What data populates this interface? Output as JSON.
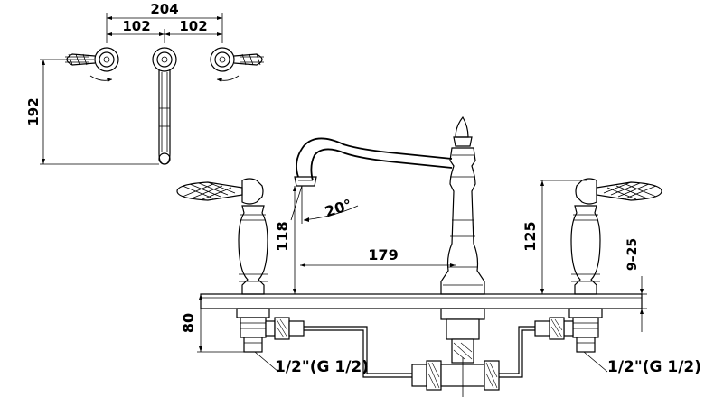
{
  "dimensions": {
    "top_total": "204",
    "top_left": "102",
    "top_right": "102",
    "height_left": "192",
    "spout_height": "118",
    "angle": "20°",
    "spout_reach": "179",
    "handle_height": "125",
    "deck_range": "9–25",
    "below_deck": "80"
  },
  "thread_labels": {
    "left": "1/2\"(G 1/2)",
    "right": "1/2\"(G 1/2)"
  }
}
